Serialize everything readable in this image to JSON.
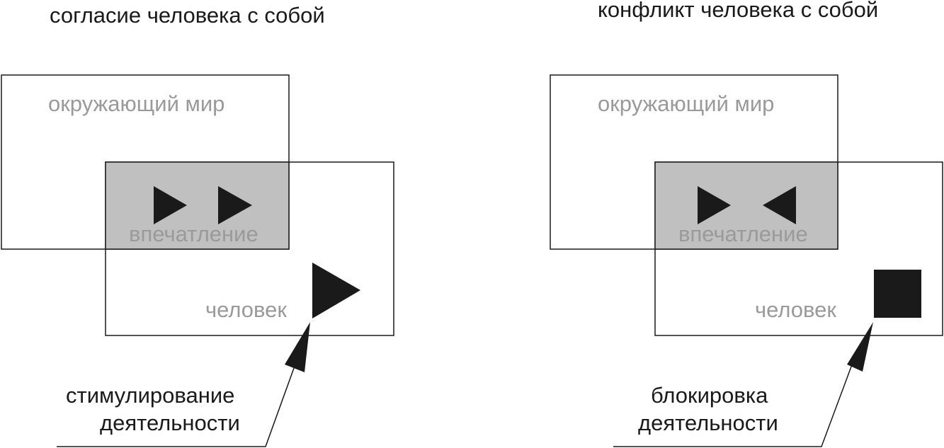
{
  "panels": [
    {
      "id": "harmony",
      "title": "согласие человека с собой",
      "world_label": "окружающий мир",
      "impression_label": "впечатление",
      "person_label": "человек",
      "caption_lines": [
        "стимулирование",
        "деятельности"
      ],
      "impression_marks": [
        "right-triangle",
        "right-triangle"
      ],
      "person_mark": "right-triangle"
    },
    {
      "id": "conflict",
      "title": "конфликт человека с собой",
      "world_label": "окружающий мир",
      "impression_label": "впечатление",
      "person_label": "человек",
      "caption_lines": [
        "блокировка",
        "деятельности"
      ],
      "impression_marks": [
        "right-triangle",
        "left-triangle"
      ],
      "person_mark": "square"
    }
  ]
}
